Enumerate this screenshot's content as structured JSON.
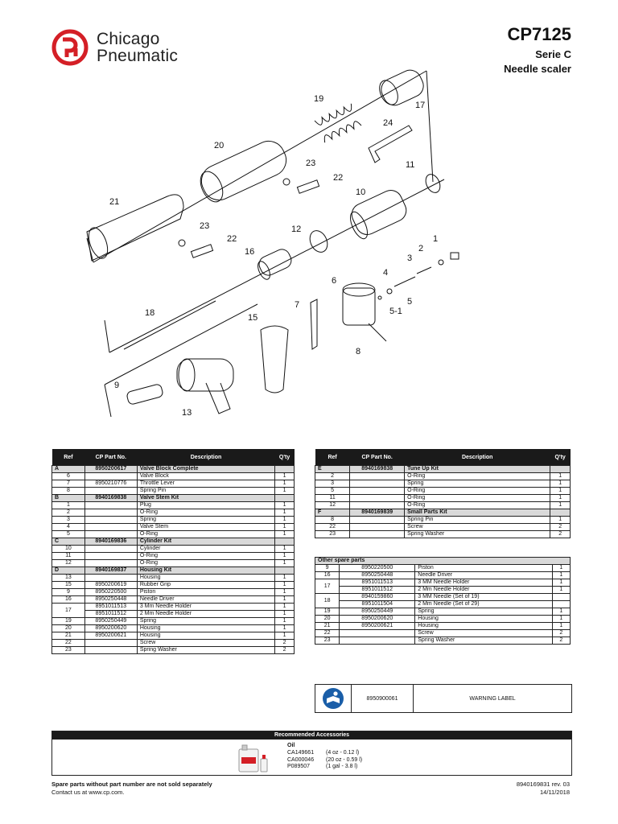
{
  "brand": {
    "name_line1": "Chicago",
    "name_line2": "Pneumatic",
    "color": "#d41f26"
  },
  "header": {
    "model": "CP7125",
    "serie": "Serie C",
    "tool": "Needle scaler"
  },
  "diagram_labels": [
    "19",
    "17",
    "24",
    "20",
    "23",
    "22",
    "11",
    "10",
    "21",
    "23",
    "22",
    "12",
    "1",
    "2",
    "3",
    "16",
    "4",
    "6",
    "5",
    "5-1",
    "7",
    "18",
    "15",
    "8",
    "9",
    "13"
  ],
  "columns": {
    "ref": "Ref",
    "part_no": "CP Part No.",
    "description": "Description",
    "qty": "Q'ty"
  },
  "table_left": [
    {
      "group": true,
      "ref": "A",
      "pn": "8950200617",
      "desc": "Valve Block Complete",
      "qty": ""
    },
    {
      "ref": "6",
      "pn": "",
      "desc": "Valve Block",
      "qty": "1"
    },
    {
      "ref": "7",
      "pn": "8950210776",
      "desc": "Throttle Lever",
      "qty": "1"
    },
    {
      "ref": "8",
      "pn": "",
      "desc": "Spring Pin",
      "qty": "1"
    },
    {
      "group": true,
      "ref": "B",
      "pn": "8940169838",
      "desc": "Valve Stem Kit",
      "qty": ""
    },
    {
      "ref": "1",
      "pn": "",
      "desc": "Plug",
      "qty": "1"
    },
    {
      "ref": "2",
      "pn": "",
      "desc": "O-Ring",
      "qty": "1"
    },
    {
      "ref": "3",
      "pn": "",
      "desc": "Spring",
      "qty": "1"
    },
    {
      "ref": "4",
      "pn": "",
      "desc": "Valve Stem",
      "qty": "1"
    },
    {
      "ref": "5",
      "pn": "",
      "desc": "O-Ring",
      "qty": "1"
    },
    {
      "group": true,
      "ref": "C",
      "pn": "8940169836",
      "desc": "Cylinder Kit",
      "qty": ""
    },
    {
      "ref": "10",
      "pn": "",
      "desc": "Cylinder",
      "qty": "1"
    },
    {
      "ref": "11",
      "pn": "",
      "desc": "O-Ring",
      "qty": "1"
    },
    {
      "ref": "12",
      "pn": "",
      "desc": "O-Ring",
      "qty": "1"
    },
    {
      "group": true,
      "ref": "D",
      "pn": "8940169837",
      "desc": "Housing Kit",
      "qty": ""
    },
    {
      "ref": "13",
      "pn": "",
      "desc": "Housing",
      "qty": "1"
    },
    {
      "ref": "15",
      "pn": "8950200619",
      "desc": "Rubber Grip",
      "qty": "1"
    },
    {
      "ref": "9",
      "pn": "8950220500",
      "desc": "Piston",
      "qty": "1"
    },
    {
      "ref": "16",
      "pn": "8950250448",
      "desc": "Needle Driver",
      "qty": "1"
    },
    {
      "ref": "17",
      "pn": "8951011513",
      "desc": "3 Mm Needle Holder",
      "qty": "1",
      "rowspan_ref": 2
    },
    {
      "ref": "",
      "pn": "8951011512",
      "desc": "2 Mm Needle Holder",
      "qty": "1",
      "skip_ref": true
    },
    {
      "ref": "19",
      "pn": "8950250449",
      "desc": "Spring",
      "qty": "1"
    },
    {
      "ref": "20",
      "pn": "8950200620",
      "desc": "Housing",
      "qty": "1"
    },
    {
      "ref": "21",
      "pn": "8950200621",
      "desc": "Housing",
      "qty": "1"
    },
    {
      "ref": "22",
      "pn": "",
      "desc": "Screw",
      "qty": "2"
    },
    {
      "ref": "23",
      "pn": "",
      "desc": "Spring Washer",
      "qty": "2"
    }
  ],
  "table_right": [
    {
      "group": true,
      "ref": "E",
      "pn": "8940169838",
      "desc": "Tune Up Kit",
      "qty": ""
    },
    {
      "ref": "2",
      "pn": "",
      "desc": "O-Ring",
      "qty": "1"
    },
    {
      "ref": "3",
      "pn": "",
      "desc": "Spring",
      "qty": "1"
    },
    {
      "ref": "5",
      "pn": "",
      "desc": "O-Ring",
      "qty": "1"
    },
    {
      "ref": "11",
      "pn": "",
      "desc": "O-Ring",
      "qty": "1"
    },
    {
      "ref": "12",
      "pn": "",
      "desc": "O-Ring",
      "qty": "1"
    },
    {
      "group": true,
      "ref": "F",
      "pn": "8940169839",
      "desc": "Small Parts Kit",
      "qty": ""
    },
    {
      "ref": "8",
      "pn": "",
      "desc": "Spring Pin",
      "qty": "1"
    },
    {
      "ref": "22",
      "pn": "",
      "desc": "Screw",
      "qty": "2"
    },
    {
      "ref": "23",
      "pn": "",
      "desc": "Spring Washer",
      "qty": "2"
    }
  ],
  "other_parts": {
    "title": "Other spare parts",
    "rows": [
      {
        "ref": "9",
        "pn": "8950220500",
        "desc": "Piston",
        "qty": "1"
      },
      {
        "ref": "16",
        "pn": "8950250448",
        "desc": "Needle Driver",
        "qty": "1"
      },
      {
        "ref": "17",
        "pn": "8951011513",
        "desc": "3 MM Needle Holder",
        "qty": "1",
        "rowspan_ref": 2
      },
      {
        "ref": "",
        "pn": "8951011512",
        "desc": "2 Mm Needle Holder",
        "qty": "1",
        "skip_ref": true
      },
      {
        "ref": "18",
        "pn": "8940159860",
        "desc": "3 MM Needle (Set of 19)",
        "qty": "",
        "rowspan_ref": 2
      },
      {
        "ref": "",
        "pn": "8951011504",
        "desc": "2 Mm Needle (Set of 29)",
        "qty": "",
        "skip_ref": true
      },
      {
        "ref": "19",
        "pn": "8950250449",
        "desc": "Spring",
        "qty": "1"
      },
      {
        "ref": "20",
        "pn": "8950200620",
        "desc": "Housing",
        "qty": "1"
      },
      {
        "ref": "21",
        "pn": "8950200621",
        "desc": "Housing",
        "qty": "1"
      },
      {
        "ref": "22",
        "pn": "",
        "desc": "Screw",
        "qty": "2"
      },
      {
        "ref": "23",
        "pn": "",
        "desc": "Spring Washer",
        "qty": "2"
      }
    ]
  },
  "warning": {
    "pn": "8950900061",
    "desc": "WARNING LABEL",
    "icon": "read-manual-icon",
    "color": "#1a5ea8"
  },
  "accessories": {
    "heading": "Recommended Accessories",
    "product": "Oil",
    "icon": "oil-bottle-icon",
    "rows": [
      {
        "pn": "CA149661",
        "size": "(4 oz - 0.12 l)"
      },
      {
        "pn": "CA000046",
        "size": "(20 oz - 0.59 l)"
      },
      {
        "pn": "P089507",
        "size": "(1 gal - 3.8 l)"
      }
    ]
  },
  "footer": {
    "note": "Spare parts without part number are not sold separately",
    "contact": "Contact us at www.cp.com.",
    "doc_ref": "8940169831 rev. 03",
    "date": "14/11/2018"
  }
}
